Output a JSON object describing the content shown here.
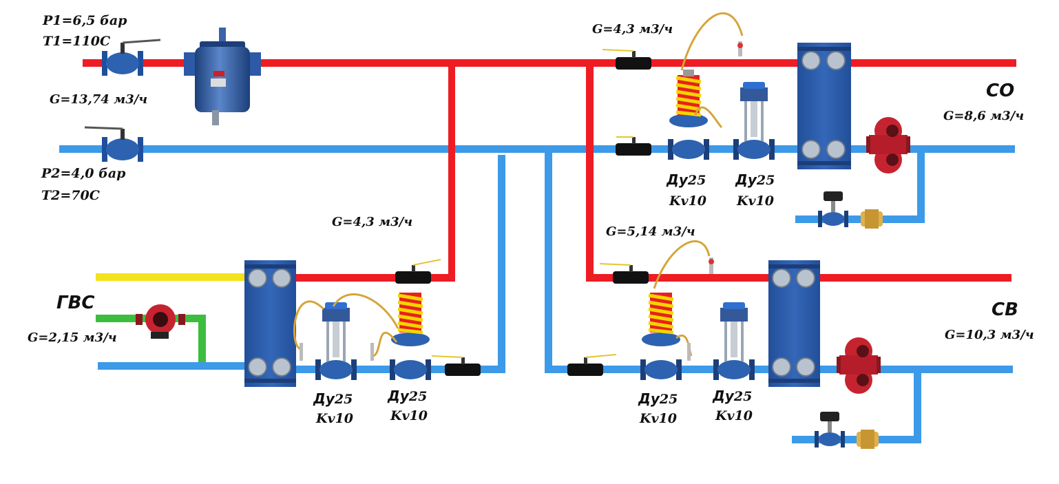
{
  "colors": {
    "supply": "#ee1c23",
    "return": "#3c9ae8",
    "hot_water": "#f3e21c",
    "cold_water": "#3dbd3d",
    "equipment": "#2d62b0",
    "spring": "#f5d400",
    "spring_red": "#e6221d",
    "brass": "#e0b04a",
    "pump_red": "#c62330"
  },
  "inlet": {
    "p1": "P1=6,5 бар",
    "t1": "T1=110C",
    "flow": "G=13,74 м3/ч",
    "p2": "P2=4,0 бар",
    "t2": "T2=70C"
  },
  "circuits": {
    "co": {
      "title": "СО",
      "flow": "G=8,6 м3/ч",
      "primary_flow": "G=4,3 м3/ч"
    },
    "sv": {
      "title": "СВ",
      "flow": "G=10,3 м3/ч",
      "primary_flow": "G=5,14 м3/ч"
    },
    "gvs": {
      "title": "ГВС",
      "flow": "G=2,15 м3/ч",
      "primary_flow": "G=4,3 м3/ч"
    }
  },
  "valve_labels": {
    "du": "Ду",
    "du_size": "25",
    "kv": "Kv10"
  }
}
